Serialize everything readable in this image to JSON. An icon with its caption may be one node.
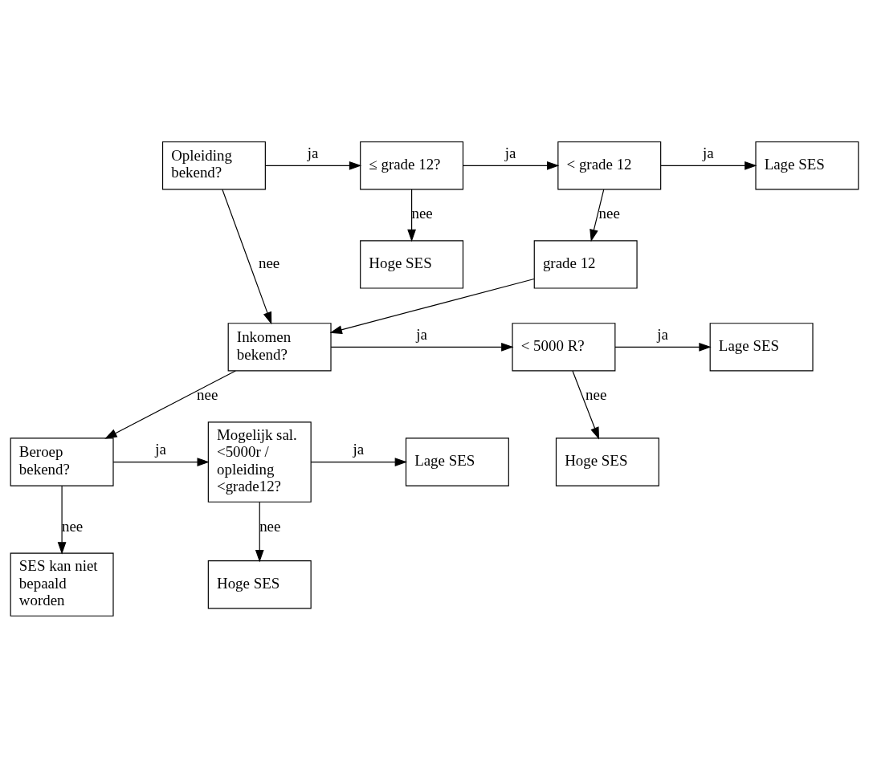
{
  "diagram": {
    "nodes": [
      {
        "text": [
          "Opleiding bekend?"
        ]
      },
      {
        "text": [
          "≤ grade 12?"
        ]
      },
      {
        "text": [
          "< grade 12"
        ]
      },
      {
        "text": [
          "Lage SES"
        ]
      },
      {
        "text": [
          "Hoge SES"
        ]
      },
      {
        "text": [
          "grade 12"
        ]
      },
      {
        "text": [
          "Inkomen bekend?"
        ]
      },
      {
        "text": [
          "< 5000 R?"
        ]
      },
      {
        "text": [
          "Lage SES"
        ]
      },
      {
        "text": [
          "Hoge SES"
        ]
      },
      {
        "text": [
          "Beroep bekend?"
        ]
      },
      {
        "text": [
          "Mogelijk sal. <5000r / opleiding <grade12?"
        ]
      },
      {
        "text": [
          "Lage SES"
        ]
      },
      {
        "text": [
          "SES kan niet bepaald worden"
        ]
      },
      {
        "text": [
          "Hoge SES"
        ]
      }
    ],
    "edges": [
      {
        "from": 0,
        "to": 1,
        "arrow": "to",
        "label": "ja"
      },
      {
        "from": 1,
        "to": 2,
        "arrow": "to",
        "label": "ja"
      },
      {
        "from": 2,
        "to": 3,
        "arrow": "to",
        "label": "ja"
      },
      {
        "from": 1,
        "to": 4,
        "arrow": "to",
        "label": "nee"
      },
      {
        "from": 2,
        "to": 5,
        "arrow": "to",
        "label": "nee"
      },
      {
        "from": 0,
        "to": 6,
        "arrow": "to",
        "label": "nee"
      },
      {
        "from": 5,
        "to": 6,
        "arrow": "to"
      },
      {
        "from": 6,
        "to": 7,
        "arrow": "to",
        "label": "ja"
      },
      {
        "from": 7,
        "to": 8,
        "arrow": "to",
        "label": "ja"
      },
      {
        "from": 7,
        "to": 9,
        "arrow": "to",
        "label": "nee"
      },
      {
        "from": 6,
        "to": 10,
        "arrow": "to",
        "label": "nee"
      },
      {
        "from": 10,
        "to": 11,
        "arrow": "to",
        "label": "ja"
      },
      {
        "from": 11,
        "to": 12,
        "arrow": "to",
        "label": "ja"
      },
      {
        "from": 10,
        "to": 13,
        "arrow": "to",
        "label": "nee"
      },
      {
        "from": 11,
        "to": 14,
        "arrow": "to",
        "label": "nee"
      }
    ]
  }
}
